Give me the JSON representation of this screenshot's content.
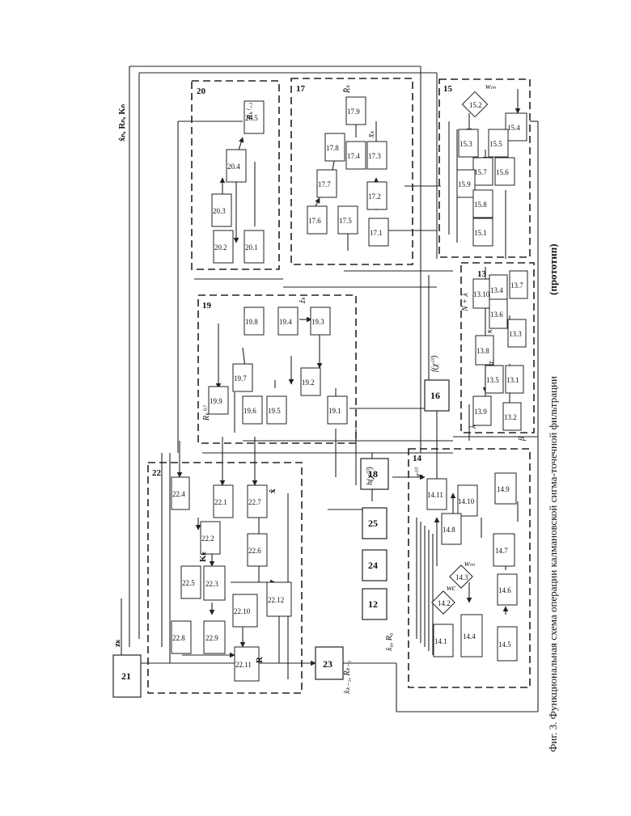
{
  "figure": {
    "caption": "Фиг. 3. Функциональная схема операции калмановской сигма-точечной фильтрации",
    "caption_suffix": "(прототип)"
  },
  "labels": {
    "outputs": "x̂ₙ, Rₙ, Kₙ",
    "input_z": "zₖ",
    "prior_x": "x̂ₖ₋₁, Rₖ₋₁",
    "init_x": "x̂₀, R₀",
    "f_chi": "f(χ⁽ⁱ⁾)",
    "h_chi": "h(χ⁽ⁱ⁾)",
    "chi": "χ⁽ⁱ⁾",
    "rk_minus": "Rₖ⁽₋₎",
    "rk_z": "Rₖ⁽ᶻ⁾",
    "z_hat": "ẑₖ",
    "x_bar": "x̄ₖ",
    "r_bar": "R̄ₖ",
    "k_gain": "Kₖ",
    "r_label": "R",
    "x_hat": "x̂",
    "n_lambda": "N + λ",
    "kappa": "κ",
    "alpha": "α",
    "lambda": "λ",
    "beta": "β",
    "wm": "wₘ",
    "wc": "wc"
  },
  "groups": [
    "22",
    "19",
    "20",
    "17",
    "15",
    "13",
    "14"
  ],
  "blocks": {
    "b21": "21",
    "b23": "23",
    "b24": "24",
    "b25": "25",
    "b12": "12",
    "b18": "18",
    "b16": "16",
    "b22_1": "22.1",
    "b22_2": "22.2",
    "b22_3": "22.3",
    "b22_4": "22.4",
    "b22_5": "22.5",
    "b22_6": "22.6",
    "b22_7": "22.7",
    "b22_8": "22.8",
    "b22_9": "22.9",
    "b22_10": "22.10",
    "b22_11": "22.11",
    "b22_12": "22.12",
    "b19_1": "19.1",
    "b19_2": "19.2",
    "b19_3": "19.3",
    "b19_4": "19.4",
    "b19_5": "19.5",
    "b19_6": "19.6",
    "b19_7": "19.7",
    "b19_8": "19.8",
    "b19_9": "19.9",
    "b20_1": "20.1",
    "b20_2": "20.2",
    "b20_3": "20.3",
    "b20_4": "20.4",
    "b20_5": "20.5",
    "b17_1": "17.1",
    "b17_2": "17.2",
    "b17_3": "17.3",
    "b17_4": "17.4",
    "b17_5": "17.5",
    "b17_6": "17.6",
    "b17_7": "17.7",
    "b17_8": "17.8",
    "b17_9": "17.9",
    "b15_1": "15.1",
    "b15_2": "15.2",
    "b15_3": "15.3",
    "b15_4": "15.4",
    "b15_5": "15.5",
    "b15_6": "15.6",
    "b15_7": "15.7",
    "b15_8": "15.8",
    "b15_9": "15.9",
    "b13_1": "13.1",
    "b13_2": "13.2",
    "b13_3": "13.3",
    "b13_4": "13.4",
    "b13_5": "13.5",
    "b13_6": "13.6",
    "b13_7": "13.7",
    "b13_8": "13.8",
    "b13_9": "13.9",
    "b13_10": "13.10",
    "b14_1": "14.1",
    "b14_2": "14.2",
    "b14_3": "14.3",
    "b14_4": "14.4",
    "b14_5": "14.5",
    "b14_6": "14.6",
    "b14_7": "14.7",
    "b14_8": "14.8",
    "b14_9": "14.9",
    "b14_10": "14.10",
    "b14_11": "14.11"
  }
}
